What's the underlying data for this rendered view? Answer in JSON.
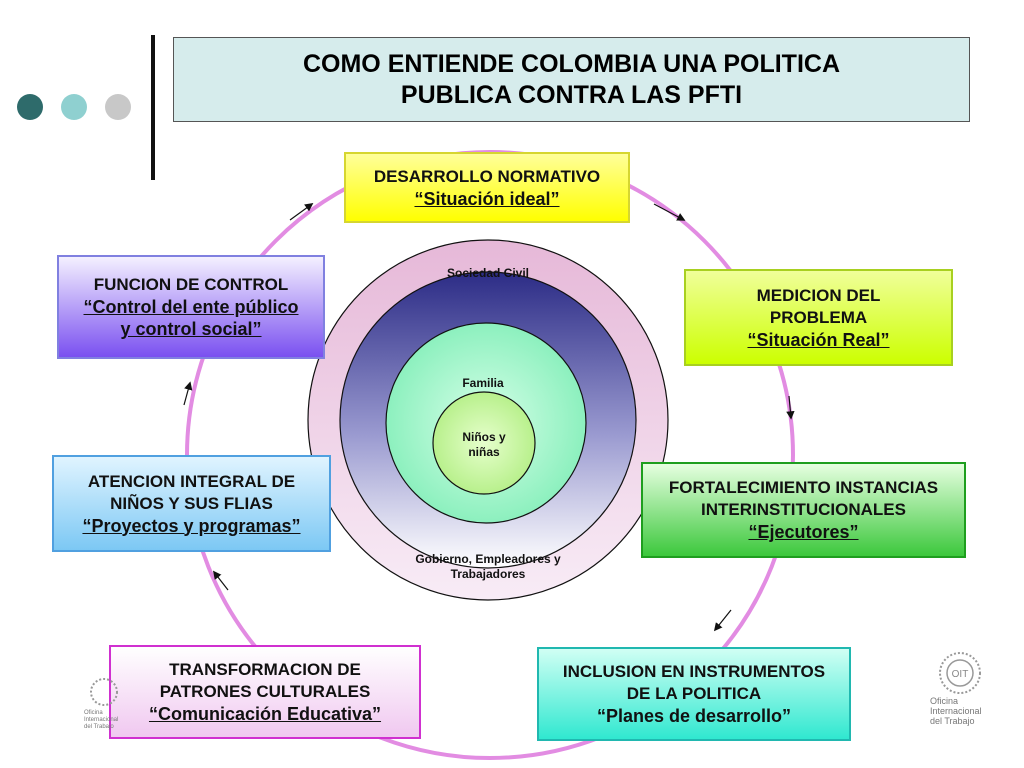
{
  "title": {
    "line1": "COMO ENTIENDE COLOMBIA UNA POLITICA",
    "line2": "PUBLICA CONTRA LAS PFTI"
  },
  "dots": [
    "#2e6b6b",
    "#8fd0d0",
    "#c8c8c8"
  ],
  "rings": {
    "outer": "Sociedad Civil",
    "outer_bottom_line1": "Gobierno, Empleadores y",
    "outer_bottom_line2": "Trabajadores",
    "middle": "Familia",
    "inner_line1": "Niños y",
    "inner_line2": "niñas"
  },
  "boxes": {
    "desarrollo": {
      "line1": "DESARROLLO NORMATIVO",
      "line2": "“Situación ideal”"
    },
    "medicion": {
      "line1": "MEDICION DEL",
      "line2": "PROBLEMA",
      "line3": "“Situación Real”"
    },
    "fortalecimiento": {
      "line1": "FORTALECIMIENTO INSTANCIAS",
      "line2": "INTERINSTITUCIONALES",
      "line3": "“Ejecutores”"
    },
    "inclusion": {
      "line1": "INCLUSION EN INSTRUMENTOS",
      "line2": "DE  LA POLITICA",
      "line3": "“Planes de desarrollo”"
    },
    "transformacion": {
      "line1": "TRANSFORMACION DE",
      "line2": "PATRONES CULTURALES",
      "line3": "“Comunicación Educativa”"
    },
    "atencion": {
      "line1": "ATENCION INTEGRAL DE",
      "line2": "NIÑOS Y SUS FLIAS",
      "line3": "“Proyectos y programas”"
    },
    "funcion": {
      "line1": "FUNCION DE CONTROL",
      "line2": "“Control del ente público",
      "line3": "y control social”"
    }
  },
  "logo_right": {
    "line1": "Oficina",
    "line2": "Internacional",
    "line3": "del Trabajo",
    "seal": "OIT"
  },
  "logo_left": {
    "line1": "Oficina",
    "line2": "Internacional",
    "line3": "del Trabajo"
  }
}
